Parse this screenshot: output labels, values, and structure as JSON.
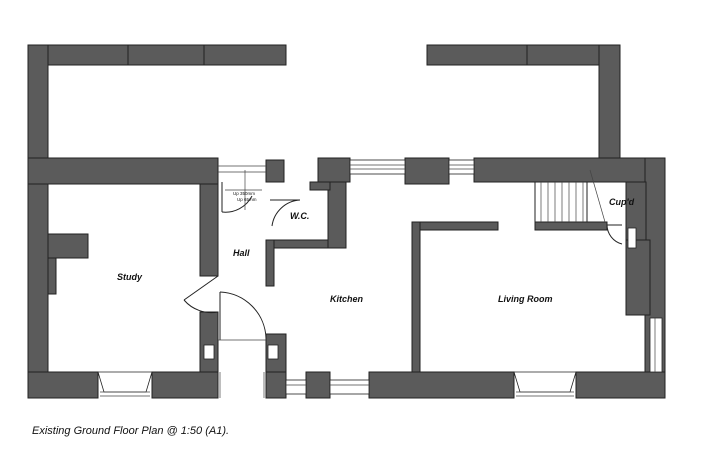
{
  "rooms": {
    "study": "Study",
    "hall": "Hall",
    "wc": "W.C.",
    "kitchen": "Kitchen",
    "living": "Living Room",
    "cupboard": "Cup'd"
  },
  "notes": {
    "up_350": "Up 350mm",
    "up_65": "Up 65mm"
  },
  "caption": "Existing Ground Floor Plan @ 1:50 (A1)."
}
